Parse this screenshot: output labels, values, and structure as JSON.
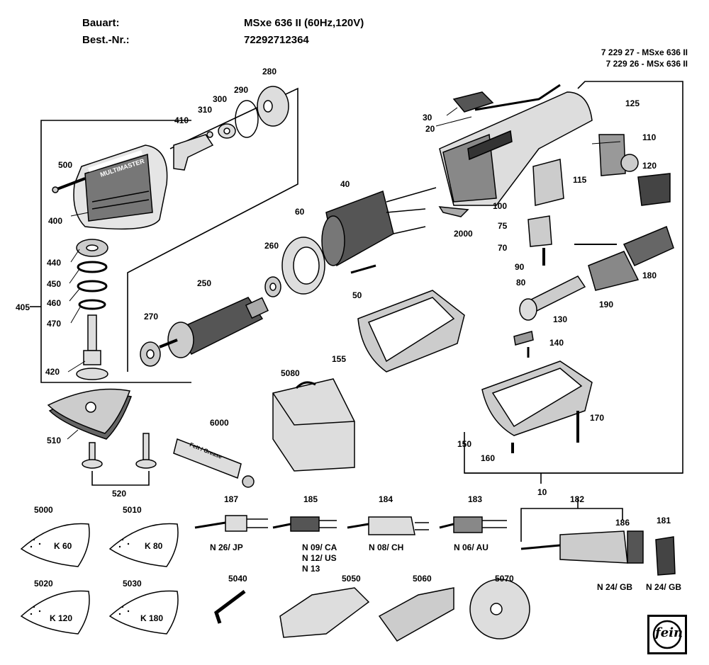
{
  "header": {
    "bauart_label": "Bauart:",
    "bauart_value": "MSxe 636 II (60Hz,120V)",
    "bestnr_label": "Best.-Nr.:",
    "bestnr_value": "72292712364"
  },
  "versions": {
    "line1": "7 229 27 - MSxe 636 II",
    "line2": "7 229 26 - MSx 636 II"
  },
  "parts": {
    "p10": "10",
    "p20": "20",
    "p30": "30",
    "p40": "40",
    "p50": "50",
    "p60": "60",
    "p70": "70",
    "p75": "75",
    "p80": "80",
    "p90": "90",
    "p100": "100",
    "p110": "110",
    "p115": "115",
    "p120": "120",
    "p125": "125",
    "p130": "130",
    "p140": "140",
    "p150": "150",
    "p155": "155",
    "p160": "160",
    "p170": "170",
    "p180": "180",
    "p181": "181",
    "p182": "182",
    "p183": "183",
    "p184": "184",
    "p185": "185",
    "p186": "186",
    "p187": "187",
    "p190": "190",
    "p250": "250",
    "p260": "260",
    "p270": "270",
    "p280": "280",
    "p290": "290",
    "p300": "300",
    "p310": "310",
    "p400": "400",
    "p405": "405",
    "p410": "410",
    "p420": "420",
    "p440": "440",
    "p450": "450",
    "p460": "460",
    "p470": "470",
    "p500": "500",
    "p510": "510",
    "p520": "520",
    "p2000": "2000",
    "p5000": "5000",
    "p5010": "5010",
    "p5020": "5020",
    "p5030": "5030",
    "p5040": "5040",
    "p5050": "5050",
    "p5060": "5060",
    "p5070": "5070",
    "p5080": "5080",
    "p6000": "6000"
  },
  "sanding_grits": {
    "k60": "K 60",
    "k80": "K 80",
    "k120": "K 120",
    "k180": "K 180"
  },
  "plug_codes": {
    "jp": "N 26/ JP",
    "ca": "N 09/ CA",
    "us": "N 12/ US",
    "n13": "N 13",
    "ch": "N 08/ CH",
    "au": "N 06/ AU",
    "gb1": "N 24/ GB",
    "gb2": "N 24/ GB"
  },
  "tool_labels": {
    "brand_housing": "MULTIMASTER",
    "tube_text": "Fett / Grease"
  },
  "logo": {
    "text": "fein"
  }
}
